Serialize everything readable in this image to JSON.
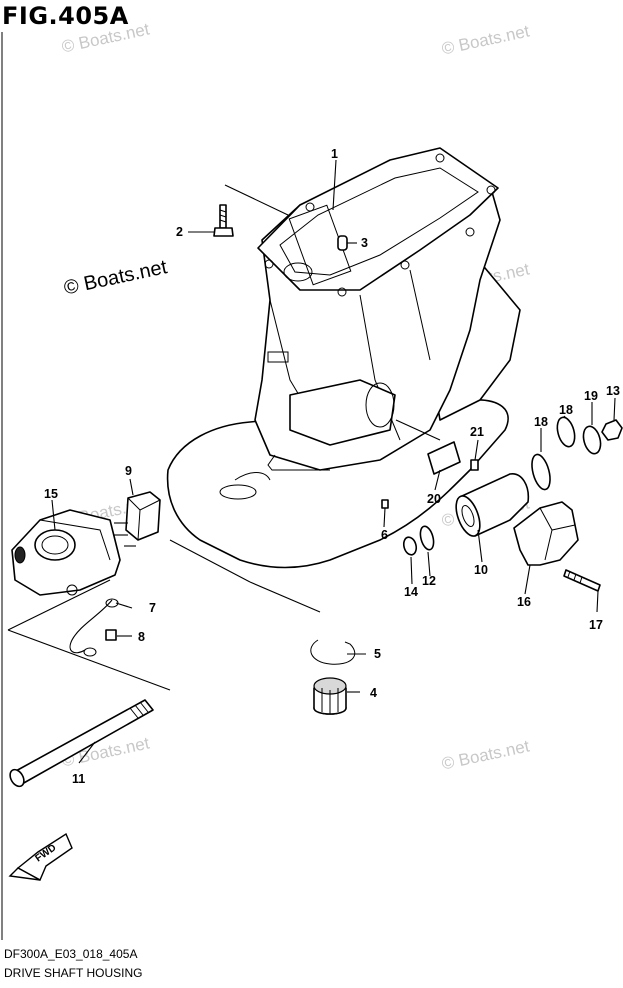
{
  "figure": {
    "title": "FIG.405A",
    "code": "DF300A_E03_018_405A",
    "name": "DRIVE SHAFT HOUSING"
  },
  "watermarks": {
    "primary": "© Boats.net",
    "faint": "© Boats.net"
  },
  "callouts": [
    "1",
    "2",
    "3",
    "4",
    "5",
    "6",
    "7",
    "8",
    "9",
    "10",
    "11",
    "12",
    "13",
    "14",
    "15",
    "16",
    "17",
    "18",
    "18",
    "19",
    "20",
    "21"
  ],
  "direction_badge": "FWD"
}
